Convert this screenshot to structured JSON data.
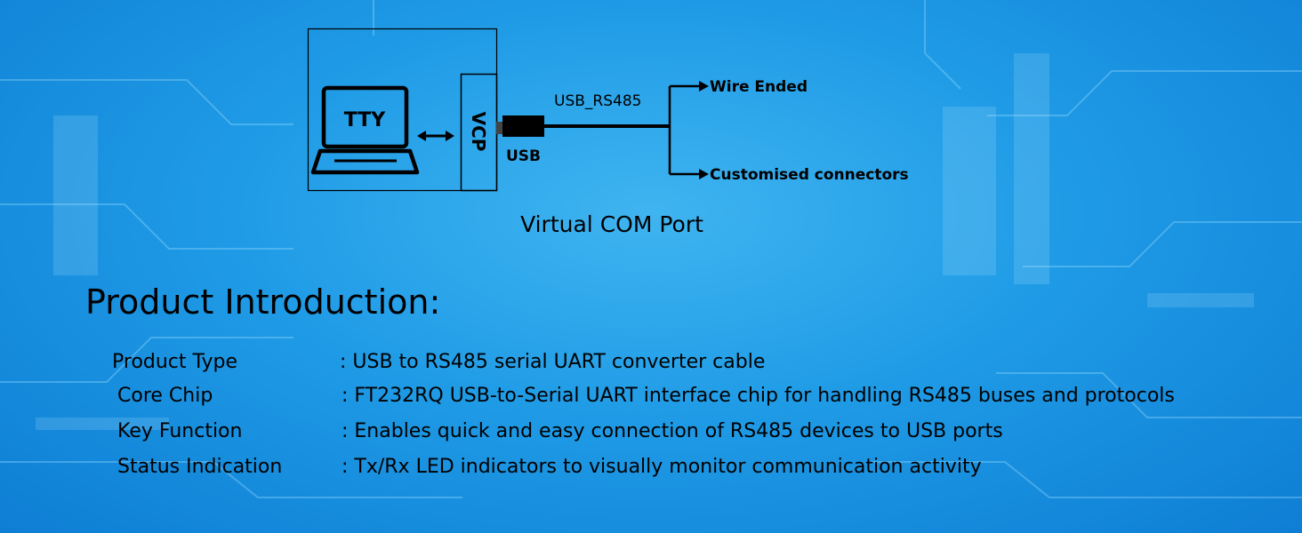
{
  "diagram": {
    "computer_label": "TTY",
    "vcp_label": "VCP",
    "usb_label": "USB",
    "cable_label": "USB_RS485",
    "branch_top_label": "Wire Ended",
    "branch_bottom_label": "Customised connectors",
    "caption": "Virtual COM Port",
    "icons": [
      "laptop-icon",
      "double-arrow-icon",
      "usb-plug-icon",
      "arrow-right-icon"
    ]
  },
  "intro": {
    "heading": "Product Introduction:",
    "specs": [
      {
        "label": "Product Type",
        "value": ": USB to RS485 serial UART converter cable"
      },
      {
        "label": "Core Chip",
        "value": ": FT232RQ USB-to-Serial UART interface chip for handling RS485 buses and protocols"
      },
      {
        "label": "Key Function",
        "value": ": Enables quick and easy connection of RS485 devices to USB ports"
      },
      {
        "label": "Status Indication",
        "value": ": Tx/Rx LED indicators to visually monitor communication activity"
      }
    ]
  },
  "colors": {
    "background": "#1f9be6",
    "text": "#000000"
  }
}
